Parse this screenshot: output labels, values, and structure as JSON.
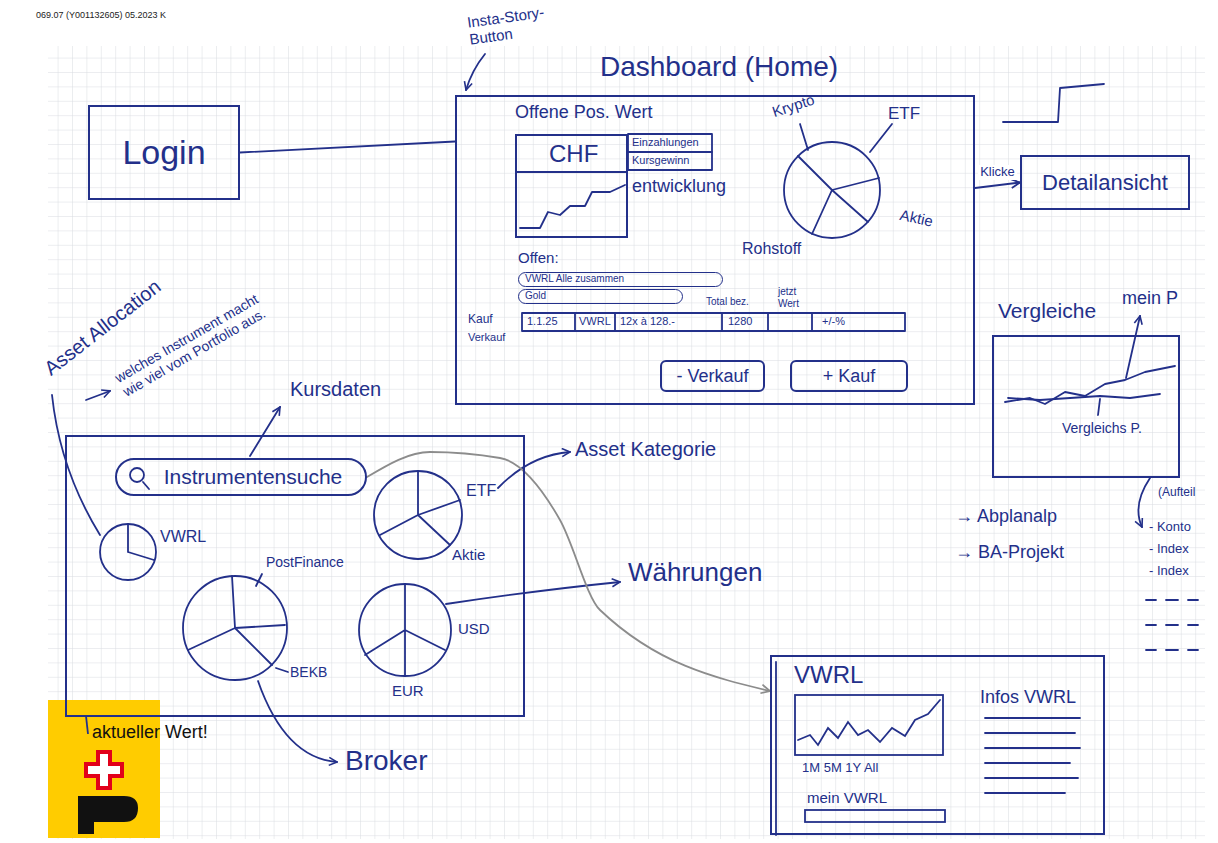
{
  "diagram": {
    "nodes": [
      {
        "text": [
          "Login"
        ]
      },
      {
        "text": [
          "Dashboard (Home)"
        ]
      },
      {
        "text": [
          "CHF"
        ],
        "in": 1
      },
      {
        "text": [
          "VWRL Alle zusammen"
        ],
        "in": 1
      },
      {
        "text": [
          "Gold"
        ],
        "in": 1
      },
      {
        "text": [
          "- Verkauf"
        ],
        "in": 1
      },
      {
        "text": [
          "+ Kauf"
        ],
        "in": 1
      },
      {
        "text": [
          "Detailansicht"
        ]
      },
      {
        "text": [
          "Vergleiche"
        ]
      },
      {
        "text": [
          "Asset Allocation"
        ]
      },
      {
        "text": [
          "Instrumentensuche"
        ],
        "in": 9
      },
      {
        "text": [
          "VWRL",
          "Infos VWRL",
          "1M 5M 1Y All",
          "mein VWRL"
        ]
      }
    ],
    "edges": [
      {
        "from": 0,
        "to": 1,
        "arrow": "none"
      },
      {
        "from": 1,
        "to": 7,
        "label": "Klicke",
        "arrow": "to"
      },
      {
        "from": 10,
        "to": 11,
        "arrow": "to"
      }
    ],
    "labels": [
      "069.07 (Y001132605) 05.2023 K",
      "Insta-Story-Button",
      "Offene Pos. Wert",
      "Einzahlungen",
      "Kursgewinn",
      "entwicklung",
      "Krypto",
      "ETF",
      "Aktie",
      "Rohstoff",
      "Offen:",
      "Kauf",
      "Verkauf",
      "1.1.25",
      "VWRL",
      "12x à 128.-",
      "1280",
      "+/-%",
      "Total bez.",
      "jetzt Wert",
      "mein P",
      "Vergleichs P.",
      "→ Abplanalp",
      "→ BA-Projekt",
      "(Aufteil",
      "- Konto",
      "- Index",
      "- Index",
      "welches Instrument macht wie viel vom Portfolio aus.",
      "Kursdaten",
      "VWRL",
      "ETF",
      "Aktie",
      "PostFinance",
      "BEKB",
      "USD",
      "EUR",
      "Asset Kategorie",
      "Währungen",
      "Broker",
      "aktueller Wert!"
    ]
  }
}
